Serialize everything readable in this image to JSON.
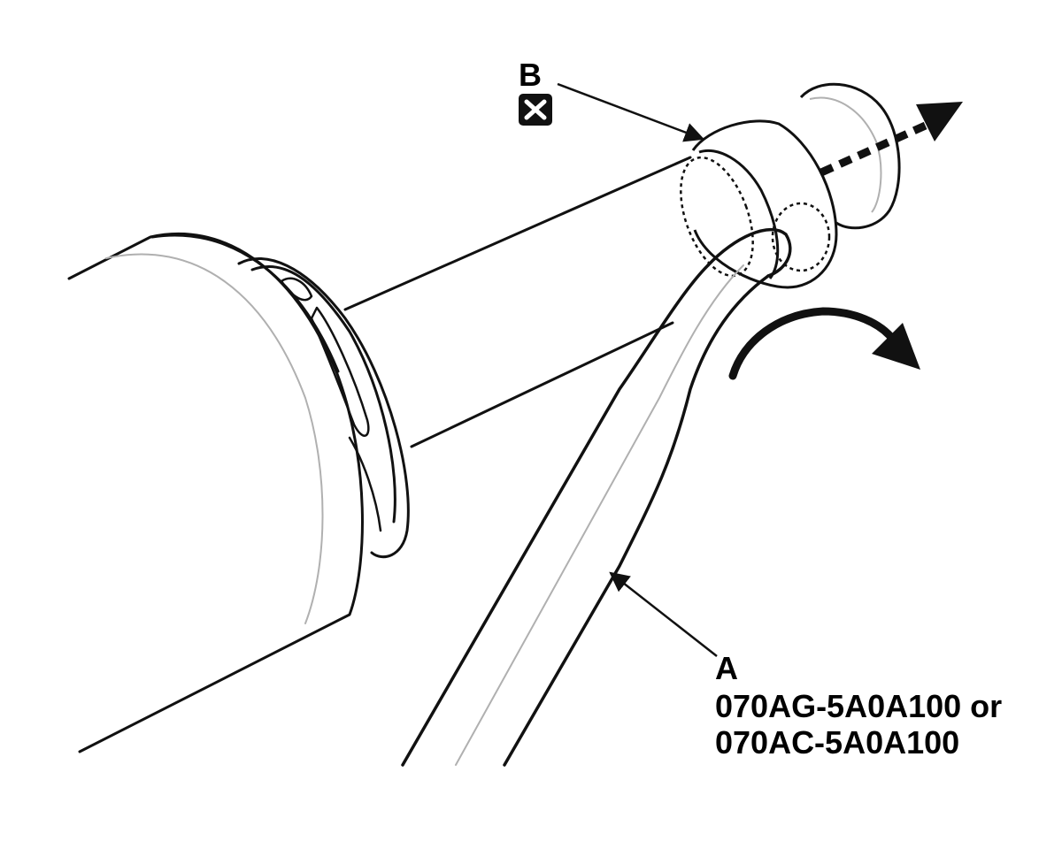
{
  "callouts": {
    "b_label": "B",
    "a_label": "A",
    "a_tool_line1": "070AG-5A0A100 or",
    "a_tool_line2": "070AC-5A0A100"
  },
  "icons": {
    "b_marker": "do-not-reuse-x-icon",
    "removal_direction": "dashed-arrow-icon",
    "rotation_direction": "curved-arrow-icon"
  },
  "colors": {
    "line": "#111111",
    "highlight": "#b0b0b0",
    "background": "#ffffff"
  }
}
